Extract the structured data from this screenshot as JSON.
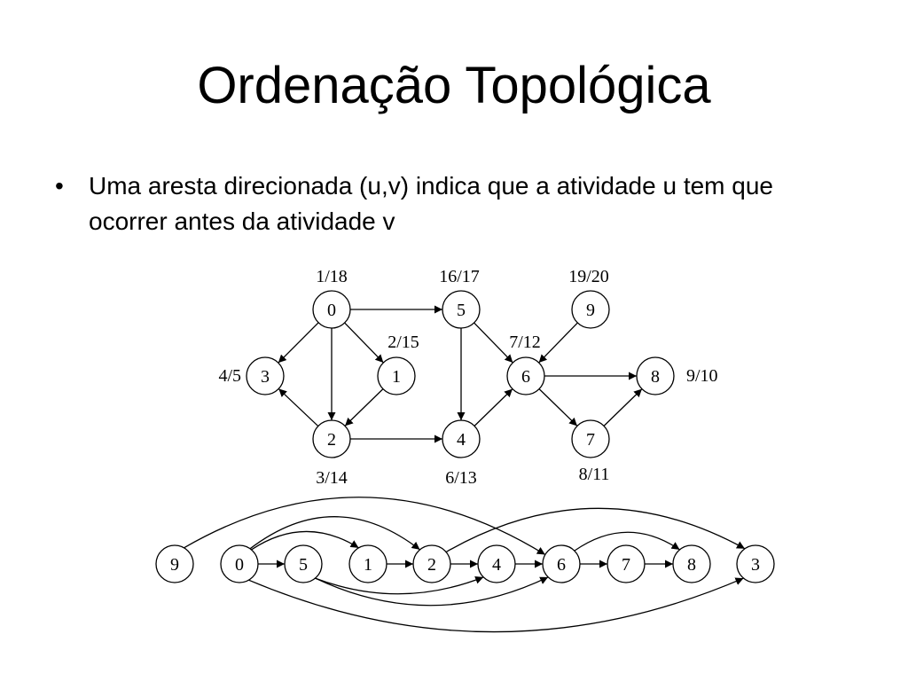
{
  "slide": {
    "title": "Ordenação Topológica",
    "bullets": [
      {
        "marker": "•",
        "text": "Uma aresta direcionada (u,v) indica que a atividade u tem que ocorrer antes da atividade v"
      }
    ]
  },
  "graph": {
    "nodes": [
      {
        "id": "0",
        "label": "0",
        "times": "1/18"
      },
      {
        "id": "1",
        "label": "1",
        "times": "2/15"
      },
      {
        "id": "2",
        "label": "2",
        "times": "3/14"
      },
      {
        "id": "3",
        "label": "3",
        "times": "4/5"
      },
      {
        "id": "4",
        "label": "4",
        "times": "6/13"
      },
      {
        "id": "5",
        "label": "5",
        "times": "16/17"
      },
      {
        "id": "6",
        "label": "6",
        "times": "7/12"
      },
      {
        "id": "7",
        "label": "7",
        "times": "8/11"
      },
      {
        "id": "8",
        "label": "8",
        "times": "9/10"
      },
      {
        "id": "9",
        "label": "9",
        "times": "19/20"
      }
    ],
    "edges": [
      [
        "0",
        "5"
      ],
      [
        "0",
        "3"
      ],
      [
        "0",
        "2"
      ],
      [
        "0",
        "1"
      ],
      [
        "1",
        "2"
      ],
      [
        "2",
        "3"
      ],
      [
        "2",
        "4"
      ],
      [
        "5",
        "4"
      ],
      [
        "5",
        "6"
      ],
      [
        "9",
        "6"
      ],
      [
        "4",
        "6"
      ],
      [
        "6",
        "8"
      ],
      [
        "6",
        "7"
      ],
      [
        "7",
        "8"
      ]
    ]
  },
  "ordering": {
    "sequence": [
      "9",
      "0",
      "5",
      "1",
      "2",
      "4",
      "6",
      "7",
      "8",
      "3"
    ]
  }
}
